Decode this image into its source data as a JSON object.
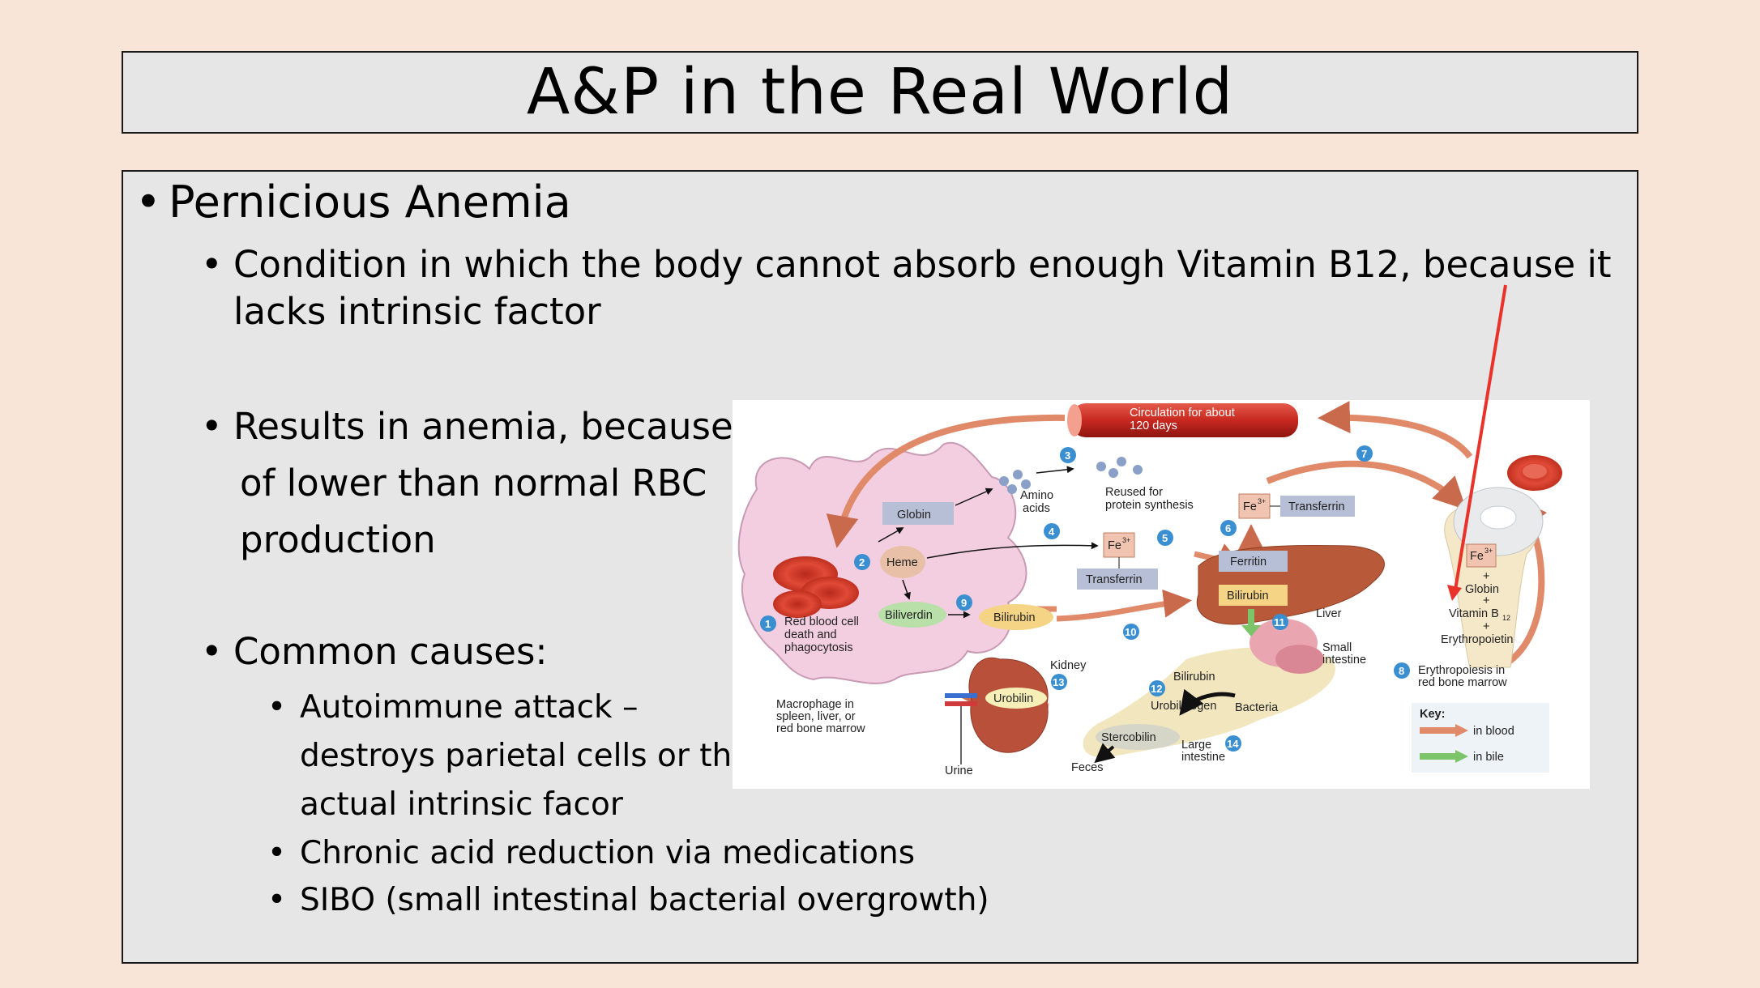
{
  "slide": {
    "title": "A&P in the Real World",
    "heading": "Pernicious Anemia",
    "bullet1_line1": "Condition in which the body cannot absorb enough Vitamin B12,  because it",
    "bullet1_line2": "lacks intrinsic factor",
    "bullet2_line1": "Results in anemia, because",
    "bullet2_line2": "of lower than normal RBC",
    "bullet2_line3": "production",
    "bullet3": "Common causes:",
    "causes": [
      {
        "line1": "Autoimmune attack –",
        "line2": "destroys parietal cells or the",
        "line3": "actual intrinsic facor"
      },
      {
        "line1": "Chronic acid reduction via medications"
      },
      {
        "line1": "SIBO (small intestinal bacterial overgrowth)"
      }
    ],
    "bullet_glyph": "•"
  },
  "diagram": {
    "circulation_l1": "Circulation for about",
    "circulation_l2": "120 days",
    "globin": "Globin",
    "heme": "Heme",
    "amino_l1": "Amino",
    "amino_l2": "acids",
    "reused_l1": "Reused for",
    "reused_l2": "protein synthesis",
    "fe": "Fe",
    "fe_sup": "3+",
    "transferrin": "Transferrin",
    "ferritin": "Ferritin",
    "bilirubin": "Bilirubin",
    "biliverdin": "Biliverdin",
    "liver": "Liver",
    "rbc_l1": "Red blood cell",
    "rbc_l2": "death and",
    "rbc_l3": "phagocytosis",
    "macro_l1": "Macrophage in",
    "macro_l2": "spleen, liver, or",
    "macro_l3": "red bone marrow",
    "kidney": "Kidney",
    "urobilin": "Urobilin",
    "urobilinogen": "Urobilinogen",
    "urine": "Urine",
    "stercobilin": "Stercobilin",
    "feces": "Feces",
    "small_l1": "Small",
    "small_l2": "intestine",
    "large_l1": "Large",
    "large_l2": "intestine",
    "bacteria": "Bacteria",
    "plus": "+",
    "globin2": "Globin",
    "vitamin": "Vitamin B",
    "vitamin_sub": "12",
    "epo": "Erythropoietin",
    "erythro_l1": "Erythropoiesis in",
    "erythro_l2": "red bone marrow",
    "key": "Key:",
    "key_blood": "in blood",
    "key_bile": "in bile",
    "steps": [
      "1",
      "2",
      "3",
      "4",
      "5",
      "6",
      "7",
      "8",
      "9",
      "10",
      "11",
      "12",
      "13",
      "14"
    ],
    "colors": {
      "arrow_blood": "#e08a6a",
      "arrow_bile": "#7cc46a",
      "badge": "#3a8fd0",
      "pointer": "#e8322a"
    }
  }
}
